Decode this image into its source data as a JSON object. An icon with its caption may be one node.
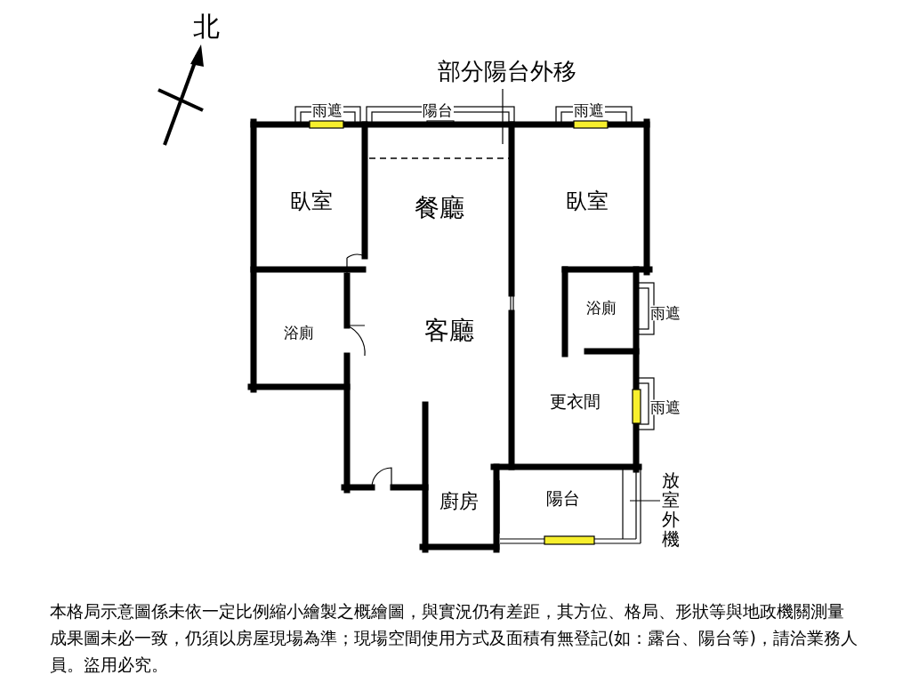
{
  "diagram": {
    "caption": "本格局示意圖係未依一定比例縮小繪製之概繪圖，與實況仍有差距，其方位、格局、形狀等與地政機關測量成果圖未必一致，仍須以房屋現場為準；現場空間使用方式及面積有無登記(如：露台、陽台等)，請洽業務人員。盜用必究。",
    "nodes": [
      {
        "text": [
          "部分陽台外移"
        ]
      },
      {
        "text": [
          "放室外機"
        ]
      }
    ],
    "edges": [
      {
        "from": 0,
        "to": null,
        "arrow": "none"
      },
      {
        "from": 1,
        "to": null,
        "arrow": "none"
      }
    ],
    "labels": [
      "北",
      "雨遮",
      "陽台",
      "雨遮",
      "臥室",
      "餐廳",
      "臥室",
      "浴廁",
      "客廳",
      "浴廁",
      "雨遮",
      "更衣間",
      "雨遮",
      "廚房",
      "陽台"
    ]
  }
}
